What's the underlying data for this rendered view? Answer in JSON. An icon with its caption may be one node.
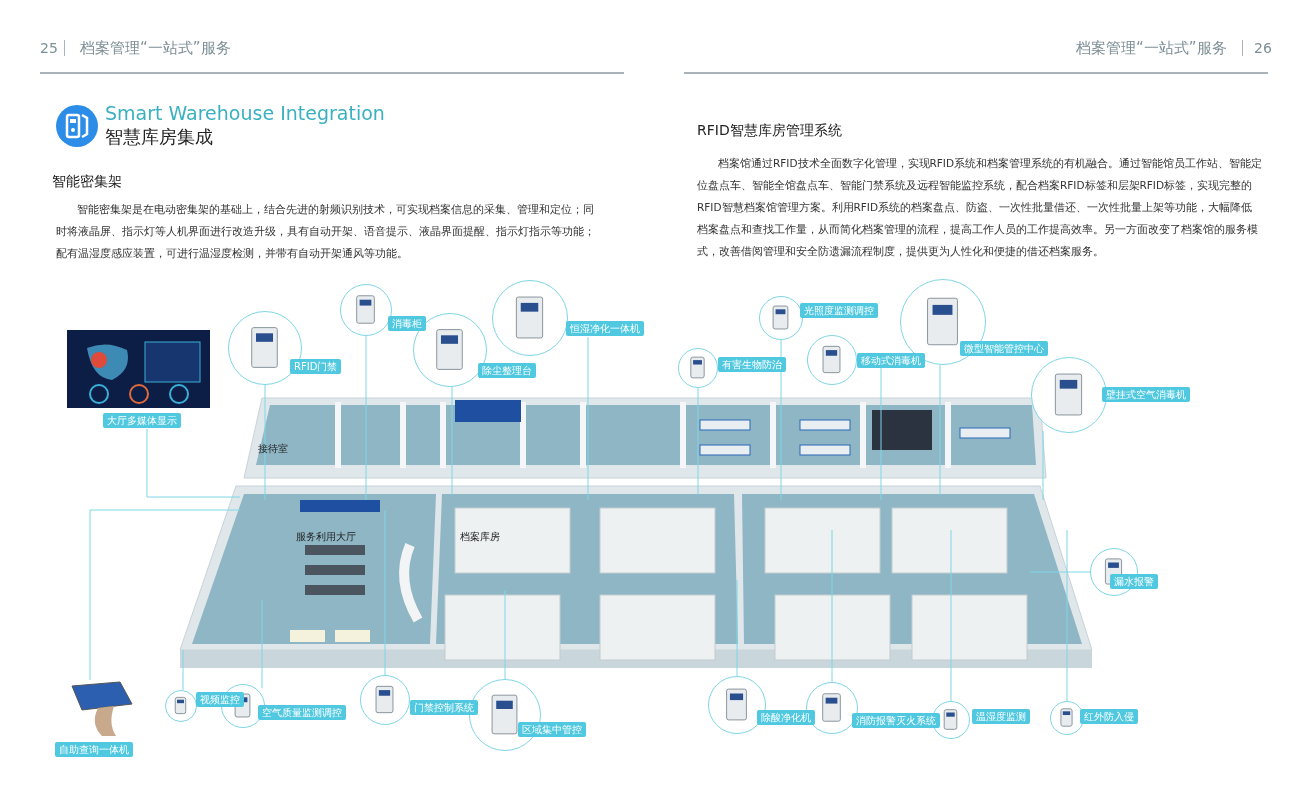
{
  "diagram": {
    "title": "Smart Warehouse Integration",
    "nodes": [
      {
        "text": [
          "大厅多媒体显示"
        ]
      },
      {
        "text": [
          "RFID门禁"
        ]
      },
      {
        "text": [
          "消毒柜"
        ]
      },
      {
        "text": [
          "除尘整理台"
        ]
      },
      {
        "text": [
          "恒湿净化一体机"
        ]
      },
      {
        "text": [
          "有害生物防治"
        ]
      },
      {
        "text": [
          "光照度监测调控"
        ]
      },
      {
        "text": [
          "移动式消毒机"
        ]
      },
      {
        "text": [
          "微型智能管控中心"
        ]
      },
      {
        "text": [
          "壁挂式空气消毒机"
        ]
      },
      {
        "text": [
          "漏水报警"
        ]
      },
      {
        "text": [
          "自助查询一体机"
        ]
      },
      {
        "text": [
          "视频监控"
        ]
      },
      {
        "text": [
          "空气质量监测调控"
        ]
      },
      {
        "text": [
          "门禁控制系统"
        ]
      },
      {
        "text": [
          "区域集中管控"
        ]
      },
      {
        "text": [
          "除酸净化机"
        ]
      },
      {
        "text": [
          "消防报警灭火系统"
        ]
      },
      {
        "text": [
          "温湿度监测"
        ]
      },
      {
        "text": [
          "红外防入侵"
        ]
      }
    ],
    "edges": [
      {
        "from": 0,
        "to": null,
        "arrow": "none"
      },
      {
        "from": 1,
        "to": null,
        "arrow": "none"
      },
      {
        "from": 2,
        "to": null,
        "arrow": "none"
      },
      {
        "from": 3,
        "to": null,
        "arrow": "none"
      },
      {
        "from": 4,
        "to": null,
        "arrow": "none"
      },
      {
        "from": 5,
        "to": null,
        "arrow": "none"
      },
      {
        "from": 6,
        "to": null,
        "arrow": "none"
      },
      {
        "from": 7,
        "to": null,
        "arrow": "none"
      },
      {
        "from": 8,
        "to": null,
        "arrow": "none"
      },
      {
        "from": 9,
        "to": null,
        "arrow": "none"
      },
      {
        "from": 10,
        "to": null,
        "arrow": "none"
      },
      {
        "from": 11,
        "to": null,
        "arrow": "none"
      },
      {
        "from": 12,
        "to": null,
        "arrow": "none"
      },
      {
        "from": 13,
        "to": null,
        "arrow": "none"
      },
      {
        "from": 14,
        "to": null,
        "arrow": "none"
      },
      {
        "from": 15,
        "to": null,
        "arrow": "none"
      },
      {
        "from": 16,
        "to": null,
        "arrow": "none"
      },
      {
        "from": 17,
        "to": null,
        "arrow": "none"
      },
      {
        "from": 18,
        "to": null,
        "arrow": "none"
      },
      {
        "from": 19,
        "to": null,
        "arrow": "none"
      }
    ],
    "labels": [
      "25",
      "档案管理“一站式”服务",
      "档案管理“一站式”服务",
      "26",
      "智慧库房集成",
      "智能密集架",
      "智能密集架是在电动密集架的基础上，结合先进的射频识别技术，可实现档案信息的采集、管理和定位；同时将液晶屏、指示灯等人机界面进行改造升级，具有自动开架、语音提示、液晶界面提醒、指示灯指示等功能；配有温湿度感应装置，可进行温湿度检测，并带有自动开架通风等功能。",
      "RFID智慧库房管理系统",
      "档案馆通过RFID技术全面数字化管理，实现RFID系统和档案管理系统的有机融合。通过智能馆员工作站、智能定位盘点车、智能全馆盘点车、智能门禁系统及远程智能监控系统，配合档案RFID标签和层架RFID标签，实现完整的RFID智慧档案馆管理方案。利用RFID系统的档案盘点、防盗、一次性批量借还、一次性批量上架等功能，大幅降低档案盘点和查找工作量，从而简化档案管理的流程，提高工作人员的工作提高效率。另一方面改变了档案馆的服务模式，改善借阅管理和安全防遗漏流程制度，提供更为人性化和便捷的借还档案服务。",
      "接待室",
      "服务利用大厅",
      "档案库房"
    ]
  }
}
